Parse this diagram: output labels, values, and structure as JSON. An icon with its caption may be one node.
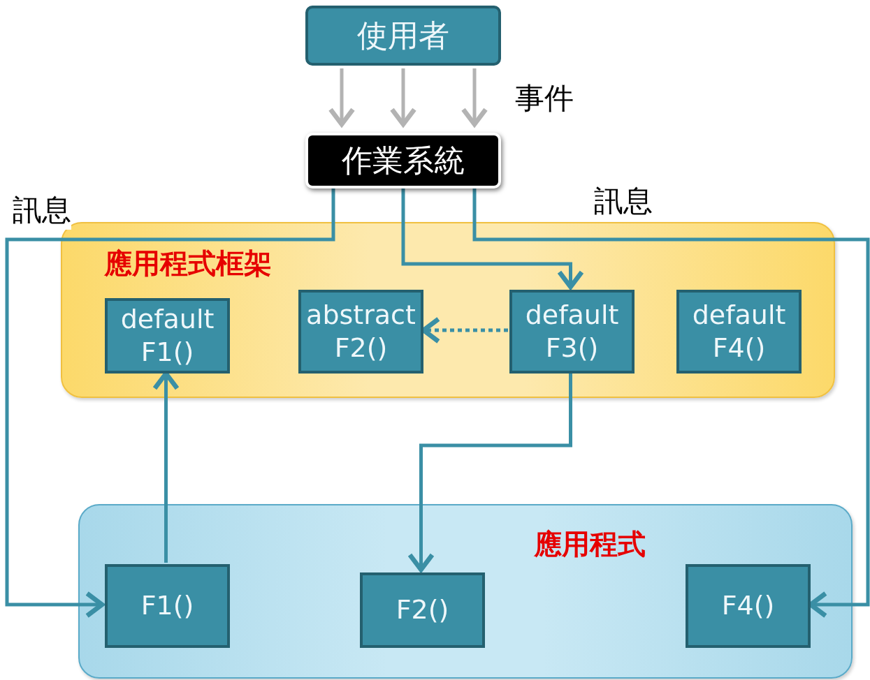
{
  "diagram": {
    "nodes": [
      {
        "text": [
          "使用者"
        ]
      },
      {
        "text": [
          "作業系統"
        ]
      },
      {
        "text": [
          "應用程式框架"
        ]
      },
      {
        "text": [
          "default F1()"
        ],
        "in": 2
      },
      {
        "text": [
          "abstract F2()"
        ],
        "in": 2
      },
      {
        "text": [
          "default F3()"
        ],
        "in": 2
      },
      {
        "text": [
          "default F4()"
        ],
        "in": 2
      },
      {
        "text": [
          "應用程式"
        ]
      },
      {
        "text": [
          "F1()"
        ],
        "in": 7
      },
      {
        "text": [
          "F2()"
        ],
        "in": 7
      },
      {
        "text": [
          "F4()"
        ],
        "in": 7
      }
    ],
    "edges": [
      {
        "from": 0,
        "to": 1,
        "arrow": "to",
        "color": "#b3b3b3"
      },
      {
        "from": 0,
        "to": 1,
        "arrow": "to",
        "color": "#b3b3b3"
      },
      {
        "from": 0,
        "to": 1,
        "arrow": "to",
        "color": "#b3b3b3"
      },
      {
        "from": 1,
        "to": 8,
        "arrow": "to",
        "label": "訊息"
      },
      {
        "from": 1,
        "to": 5,
        "arrow": "to"
      },
      {
        "from": 1,
        "to": 10,
        "arrow": "to",
        "label": "訊息"
      },
      {
        "from": 5,
        "to": 4,
        "arrow": "to",
        "style": "dashed"
      },
      {
        "from": 5,
        "to": 9,
        "arrow": "to"
      },
      {
        "from": 8,
        "to": 3,
        "arrow": "to"
      }
    ],
    "labels": [
      "事件"
    ]
  }
}
